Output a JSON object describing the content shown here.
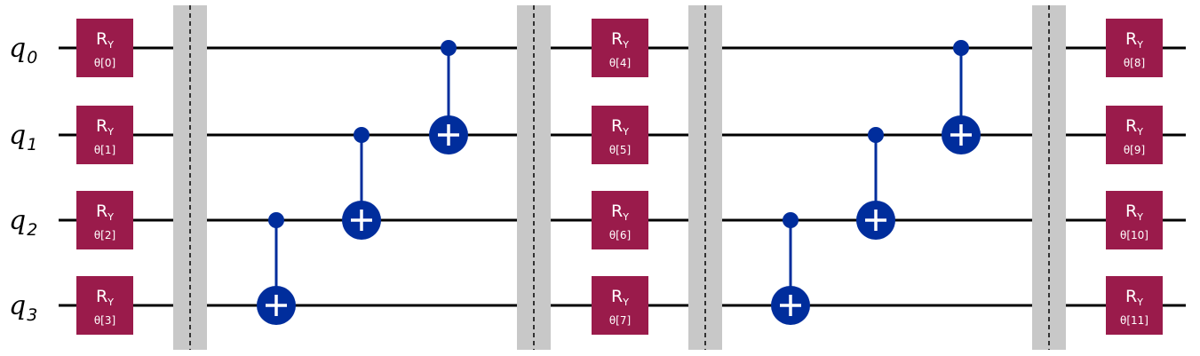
{
  "qubits": [
    {
      "base": "q",
      "index": "0"
    },
    {
      "base": "q",
      "index": "1"
    },
    {
      "base": "q",
      "index": "2"
    },
    {
      "base": "q",
      "index": "3"
    }
  ],
  "gates": [
    {
      "name": "R",
      "sub": "Y",
      "param": "θ[0]",
      "qubit": 0,
      "column": 0
    },
    {
      "name": "R",
      "sub": "Y",
      "param": "θ[1]",
      "qubit": 1,
      "column": 0
    },
    {
      "name": "R",
      "sub": "Y",
      "param": "θ[2]",
      "qubit": 2,
      "column": 0
    },
    {
      "name": "R",
      "sub": "Y",
      "param": "θ[3]",
      "qubit": 3,
      "column": 0
    },
    {
      "name": "R",
      "sub": "Y",
      "param": "θ[4]",
      "qubit": 0,
      "column": 1
    },
    {
      "name": "R",
      "sub": "Y",
      "param": "θ[5]",
      "qubit": 1,
      "column": 1
    },
    {
      "name": "R",
      "sub": "Y",
      "param": "θ[6]",
      "qubit": 2,
      "column": 1
    },
    {
      "name": "R",
      "sub": "Y",
      "param": "θ[7]",
      "qubit": 3,
      "column": 1
    },
    {
      "name": "R",
      "sub": "Y",
      "param": "θ[8]",
      "qubit": 0,
      "column": 2
    },
    {
      "name": "R",
      "sub": "Y",
      "param": "θ[9]",
      "qubit": 1,
      "column": 2
    },
    {
      "name": "R",
      "sub": "Y",
      "param": "θ[10]",
      "qubit": 2,
      "column": 2
    },
    {
      "name": "R",
      "sub": "Y",
      "param": "θ[11]",
      "qubit": 3,
      "column": 2
    }
  ],
  "cnots": [
    {
      "control": 2,
      "target": 3,
      "layer": 0
    },
    {
      "control": 1,
      "target": 2,
      "layer": 0
    },
    {
      "control": 0,
      "target": 1,
      "layer": 0
    },
    {
      "control": 2,
      "target": 3,
      "layer": 1
    },
    {
      "control": 1,
      "target": 2,
      "layer": 1
    },
    {
      "control": 0,
      "target": 1,
      "layer": 1
    }
  ],
  "barrier_count": 4,
  "colors": {
    "gate": "#9a1b4b",
    "cnot": "#002d9c",
    "barrier": "#c8c8c8",
    "wire": "#000000",
    "gate_text": "#ffffff"
  }
}
